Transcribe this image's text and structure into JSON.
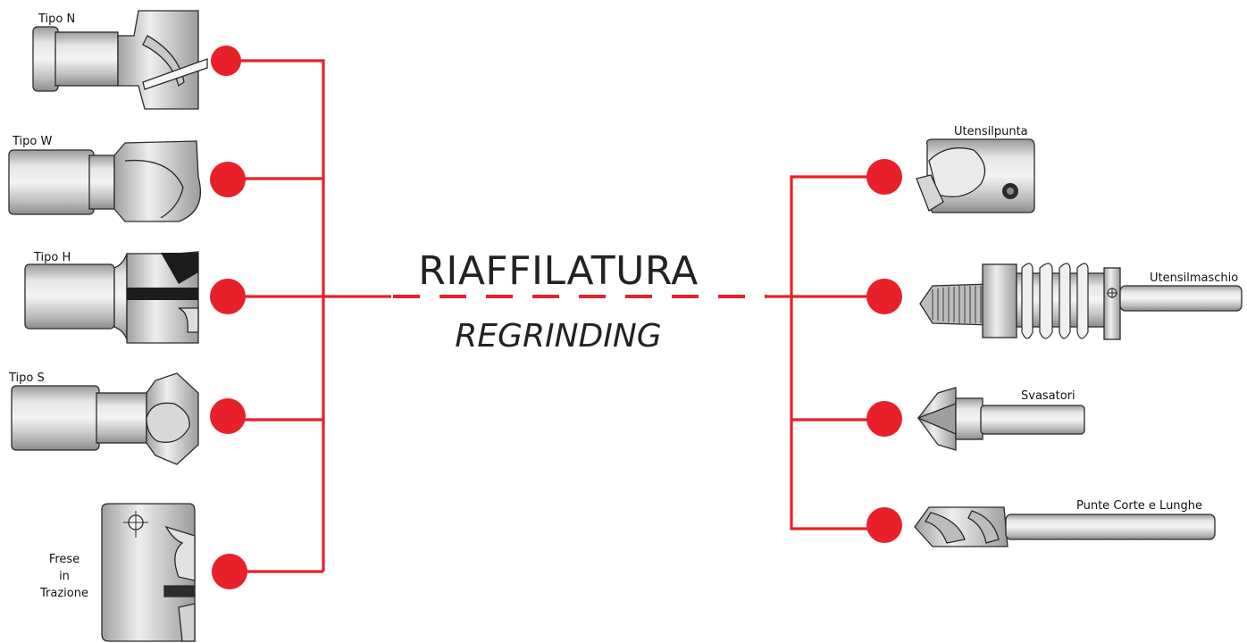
{
  "title": "RIAFFILATURA",
  "subtitle": "REGRINDING",
  "colors": {
    "accent": "#e8202a",
    "steel_light": "#d8d8d8",
    "steel_dark": "#8a8a8a",
    "outline": "#2a2a2a"
  },
  "left_tools": [
    {
      "label": "Tipo N",
      "icon": "tipo-n-cutter-icon"
    },
    {
      "label": "Tipo W",
      "icon": "tipo-w-cutter-icon"
    },
    {
      "label": "Tipo H",
      "icon": "tipo-h-cutter-icon"
    },
    {
      "label": "Tipo S",
      "icon": "tipo-s-cutter-icon"
    },
    {
      "label_lines": [
        "Frese",
        "in",
        "Trazione"
      ],
      "icon": "frese-in-trazione-icon"
    }
  ],
  "right_tools": [
    {
      "label": "Utensilpunta",
      "icon": "utensilpunta-icon"
    },
    {
      "label": "Utensilmaschio",
      "icon": "utensilmaschio-icon"
    },
    {
      "label": "Svasatori",
      "icon": "svasatori-icon"
    },
    {
      "label": "Punte Corte e Lunghe",
      "icon": "punte-corte-lunghe-icon"
    }
  ]
}
